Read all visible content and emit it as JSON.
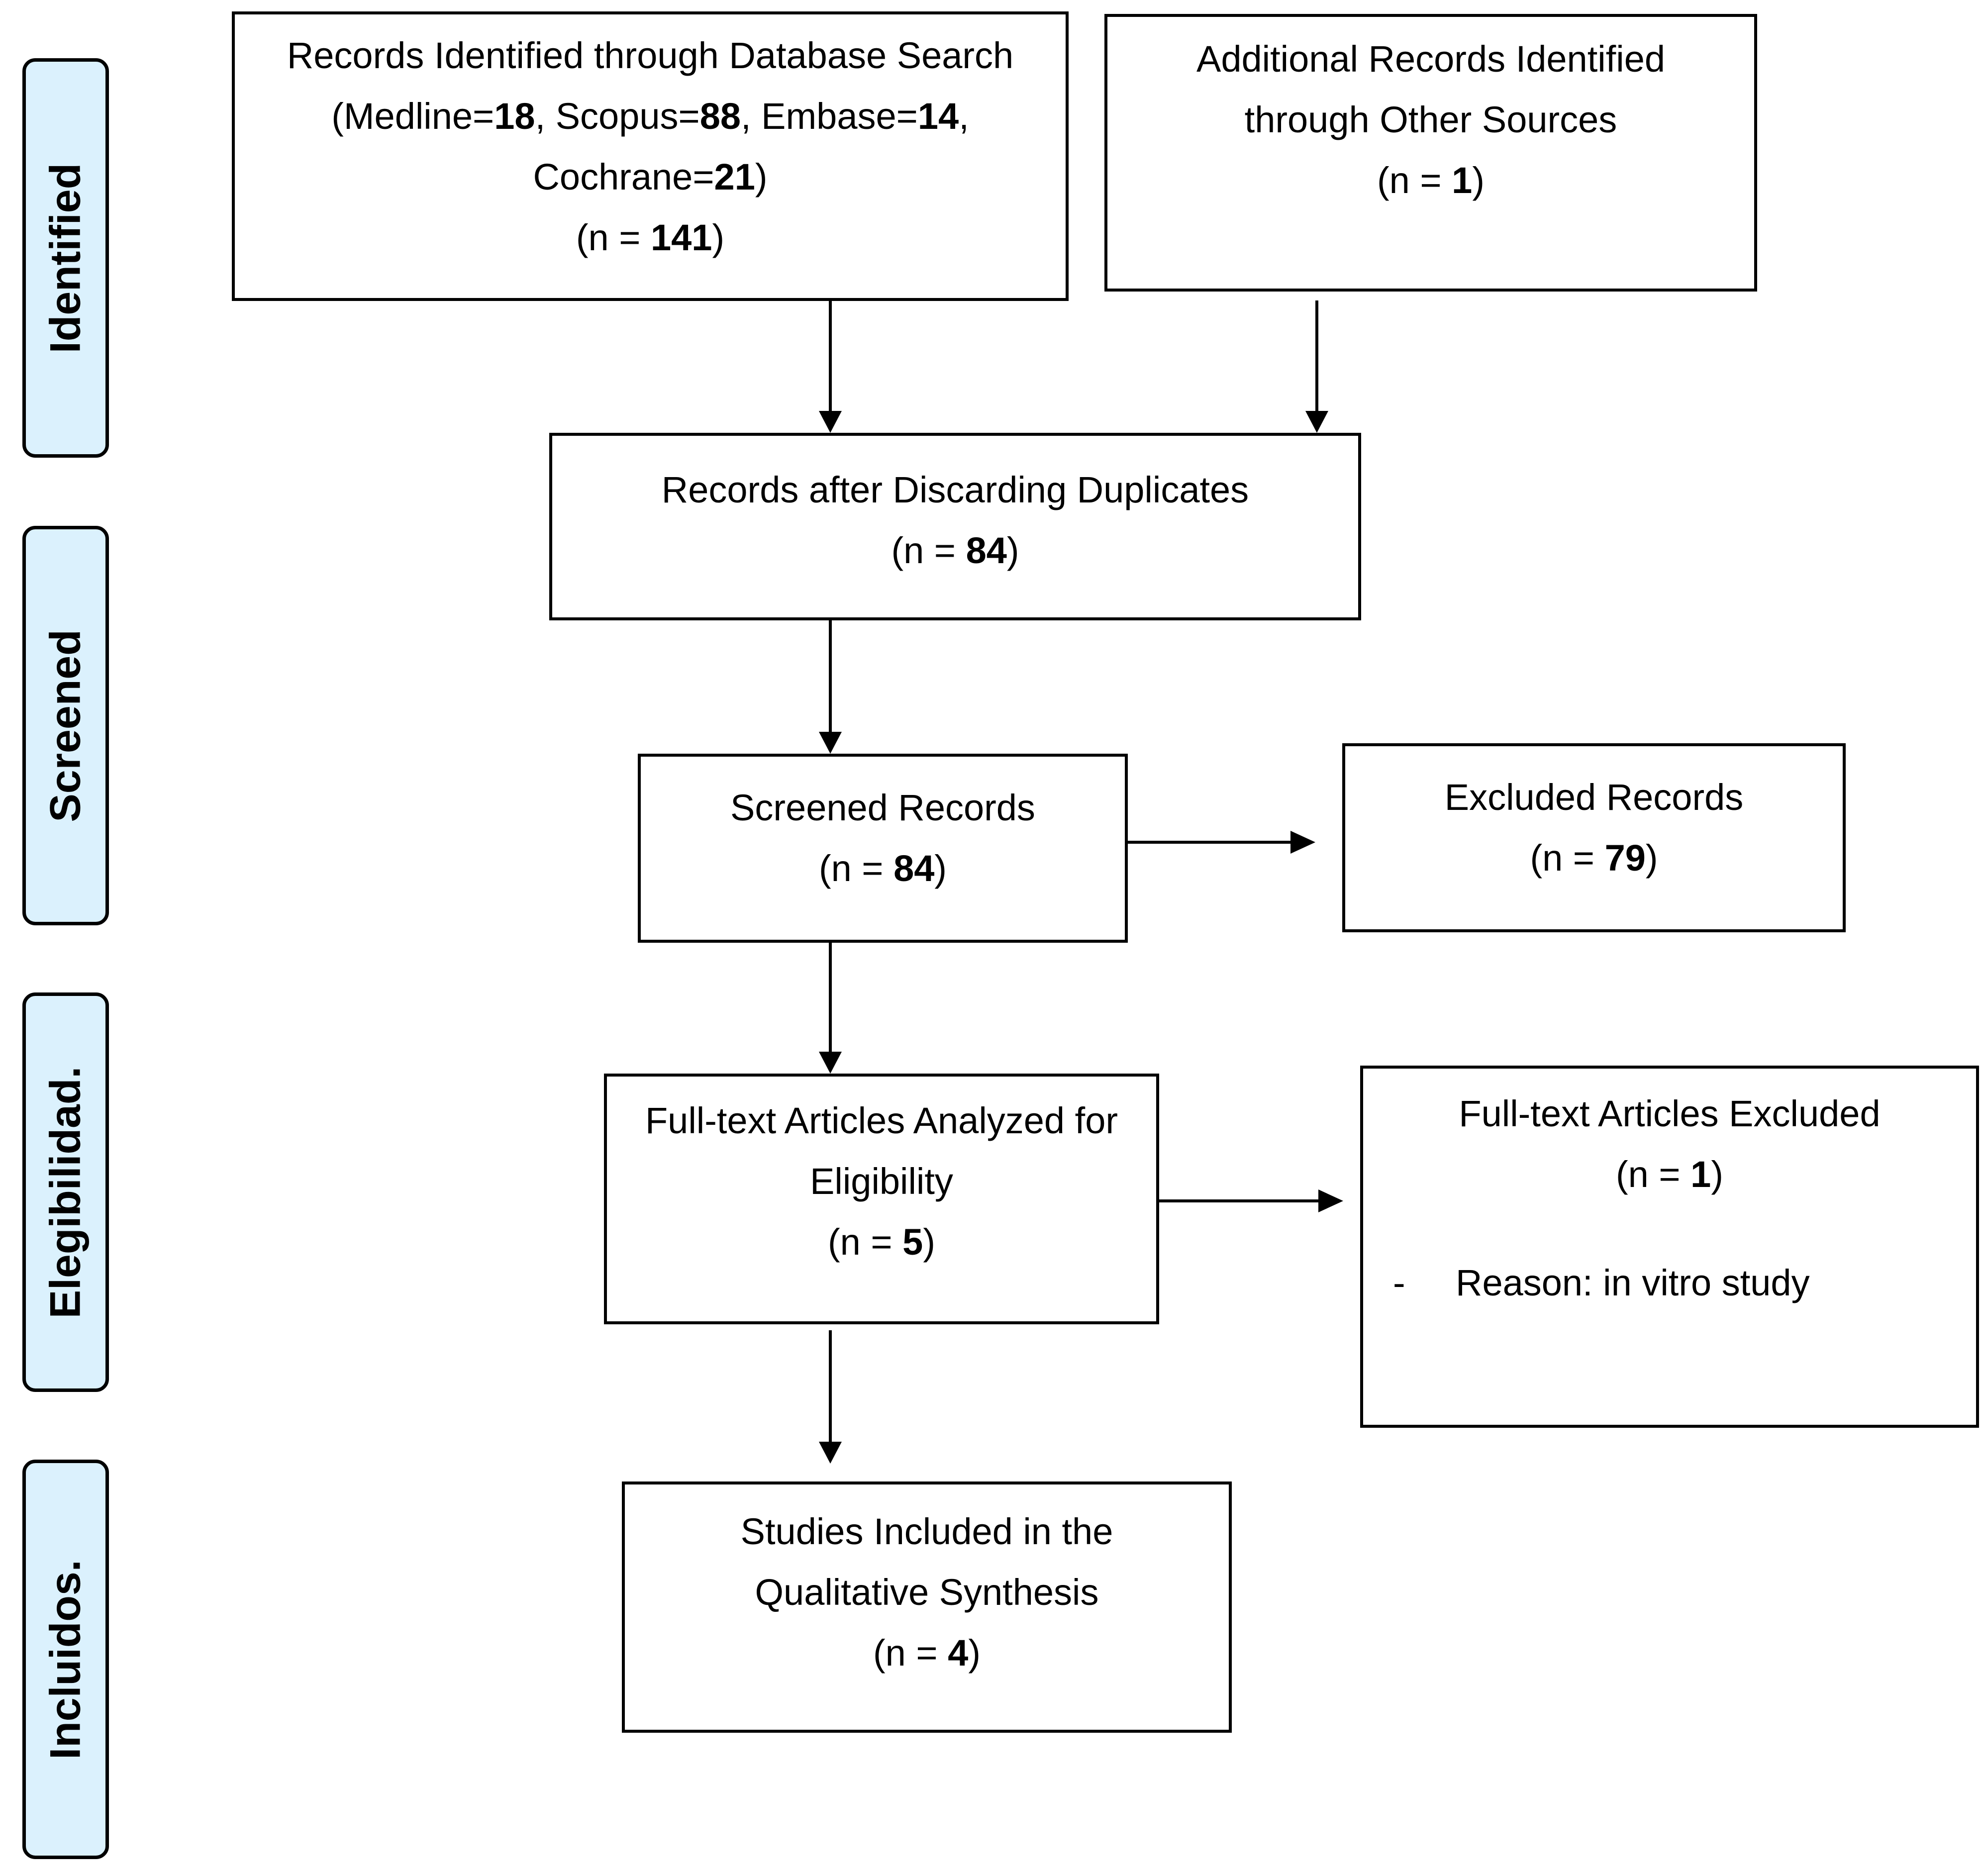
{
  "phases": {
    "identified": "Identified",
    "screened": "Screened",
    "eligibility": "Elegibilidad.",
    "included": "Incluidos."
  },
  "boxes": {
    "database_search": {
      "title": "Records Identified through Database Search",
      "src_open": "(Medline=",
      "medline": "18",
      "scopus_label": ", Scopus=",
      "scopus": "88",
      "embase_label": ", Embase=",
      "embase": "14",
      "cochrane_label": "Cochrane=",
      "cochrane": "21",
      "src_close": ")",
      "n_open": "(n = ",
      "n": "141",
      "n_close": ")"
    },
    "other_sources": {
      "line1": "Additional Records Identified",
      "line2": "through Other Sources",
      "n_open": "(n = ",
      "n": "1",
      "n_close": ")"
    },
    "after_duplicates": {
      "title": "Records after Discarding Duplicates",
      "n_open": "(n = ",
      "n": "84",
      "n_close": ")"
    },
    "screened": {
      "title": "Screened Records",
      "n_open": "(n = ",
      "n": "84",
      "n_close": ")"
    },
    "excluded": {
      "title": "Excluded Records",
      "n_open": "(n = ",
      "n": "79",
      "n_close": ")"
    },
    "full_text": {
      "line1": "Full-text Articles Analyzed for",
      "line2": "Eligibility",
      "n_open": "(n = ",
      "n": "5",
      "n_close": ")"
    },
    "full_text_excluded": {
      "title": "Full-text Articles Excluded",
      "n_open": "(n = ",
      "n": "1",
      "n_close": ")",
      "dash": "-",
      "reason": "Reason: in vitro study"
    },
    "included": {
      "line1": "Studies Included in the",
      "line2": "Qualitative Synthesis",
      "n_open": "(n = ",
      "n": "4",
      "n_close": ")"
    }
  }
}
